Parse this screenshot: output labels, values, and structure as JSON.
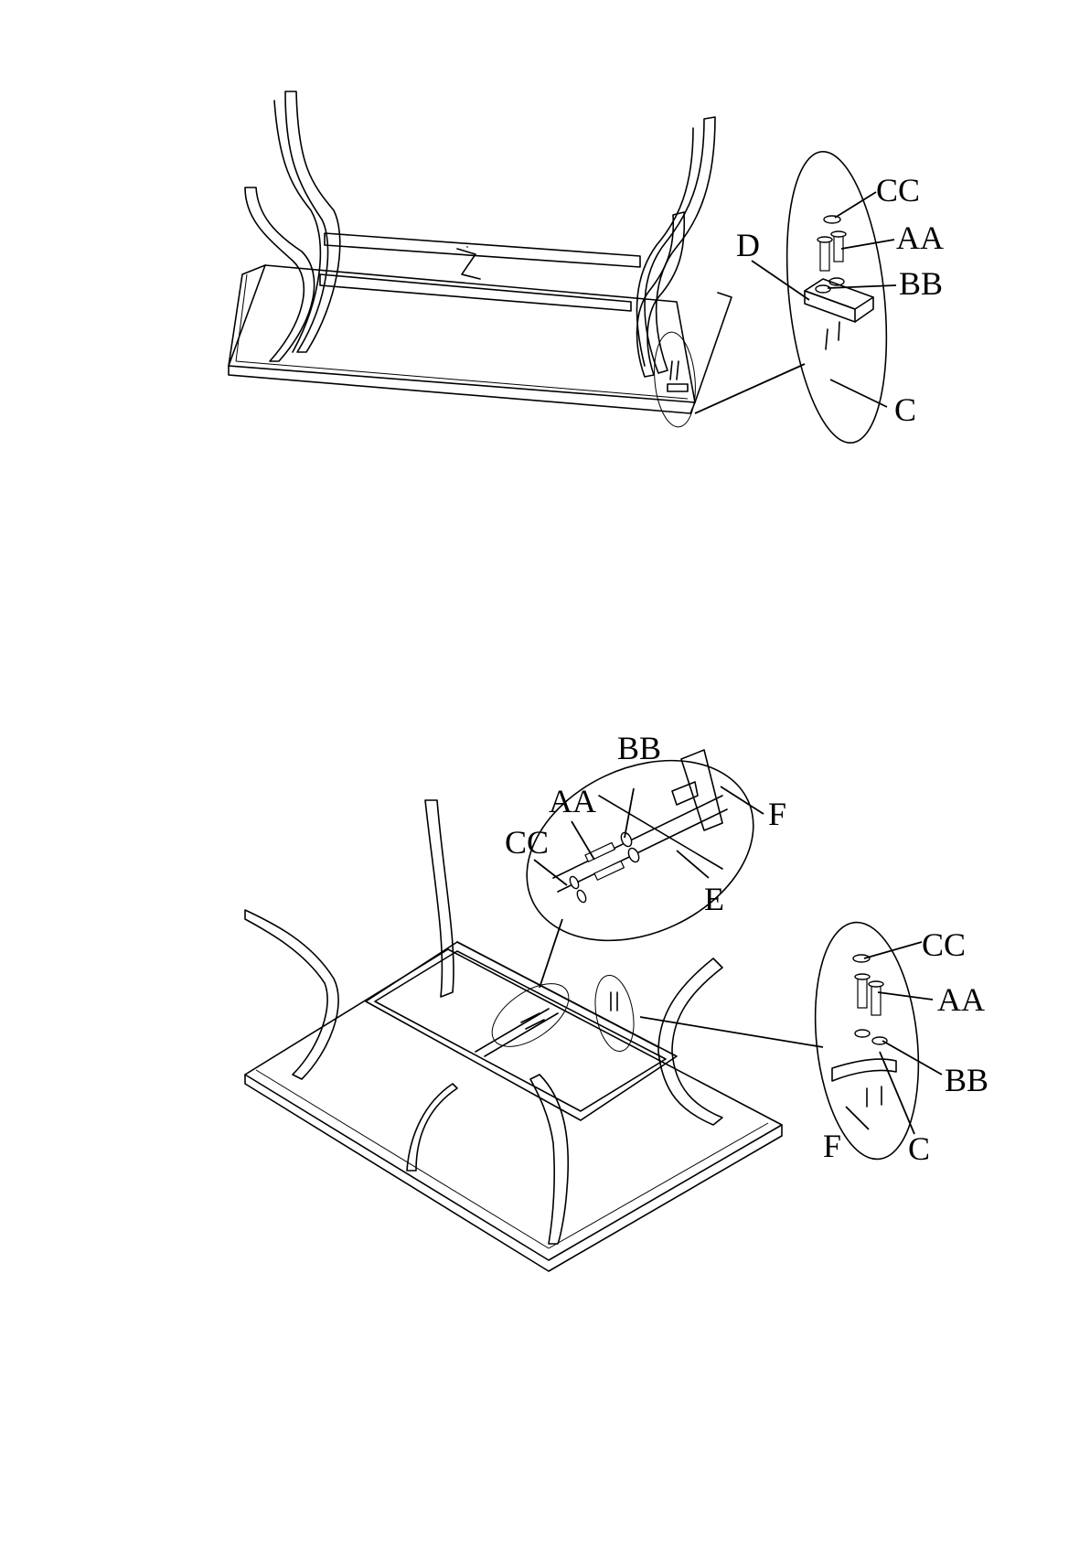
{
  "figures": [
    {
      "id": "step-1",
      "labels": {
        "cc": "CC",
        "aa": "AA",
        "d": "D",
        "bb": "BB",
        "c": "C"
      }
    },
    {
      "id": "step-2",
      "labels": {
        "bb_top": "BB",
        "aa_top": "AA",
        "cc_top": "CC",
        "f_top": "F",
        "e": "E",
        "cc_right": "CC",
        "aa_right": "AA",
        "bb_right": "BB",
        "f_right": "F",
        "c_right": "C"
      }
    }
  ],
  "colors": {
    "line": "#000000",
    "background": "#ffffff"
  }
}
